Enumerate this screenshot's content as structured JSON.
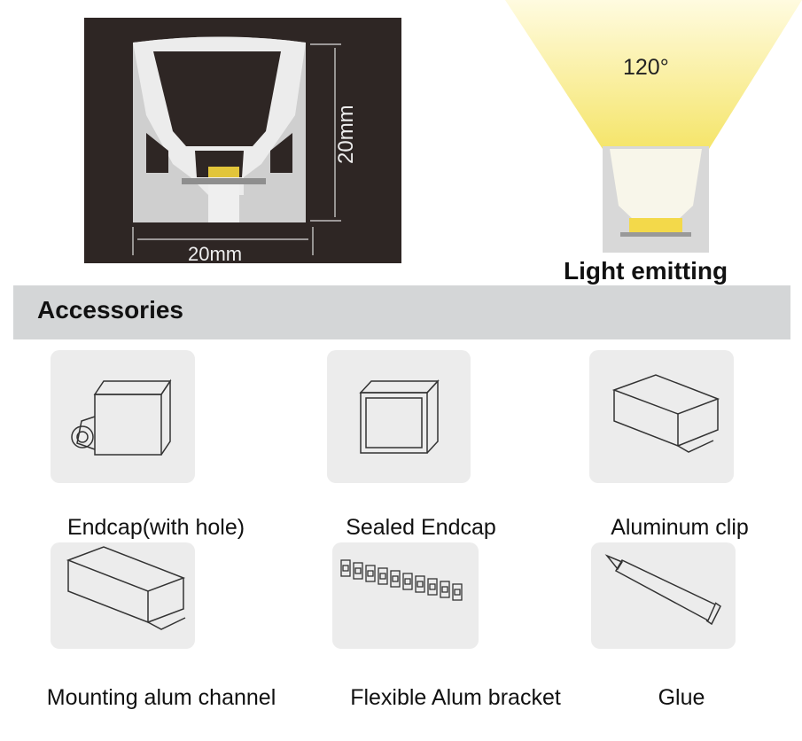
{
  "diagram": {
    "width_label": "20mm",
    "height_label": "20mm"
  },
  "beam": {
    "angle_label": "120°",
    "caption": "Light emitting",
    "color": "#f7ec8a"
  },
  "section": {
    "title": "Accessories"
  },
  "accessories": [
    {
      "label": "Endcap(with hole)",
      "icon": "endcap-hole-icon"
    },
    {
      "label": "Sealed Endcap",
      "icon": "sealed-endcap-icon"
    },
    {
      "label": "Aluminum clip",
      "icon": "aluminum-clip-icon"
    },
    {
      "label": "Mounting alum channel",
      "icon": "mounting-channel-icon"
    },
    {
      "label": "Flexible Alum bracket",
      "icon": "flexible-bracket-icon"
    },
    {
      "label": "Glue",
      "icon": "glue-icon"
    }
  ]
}
